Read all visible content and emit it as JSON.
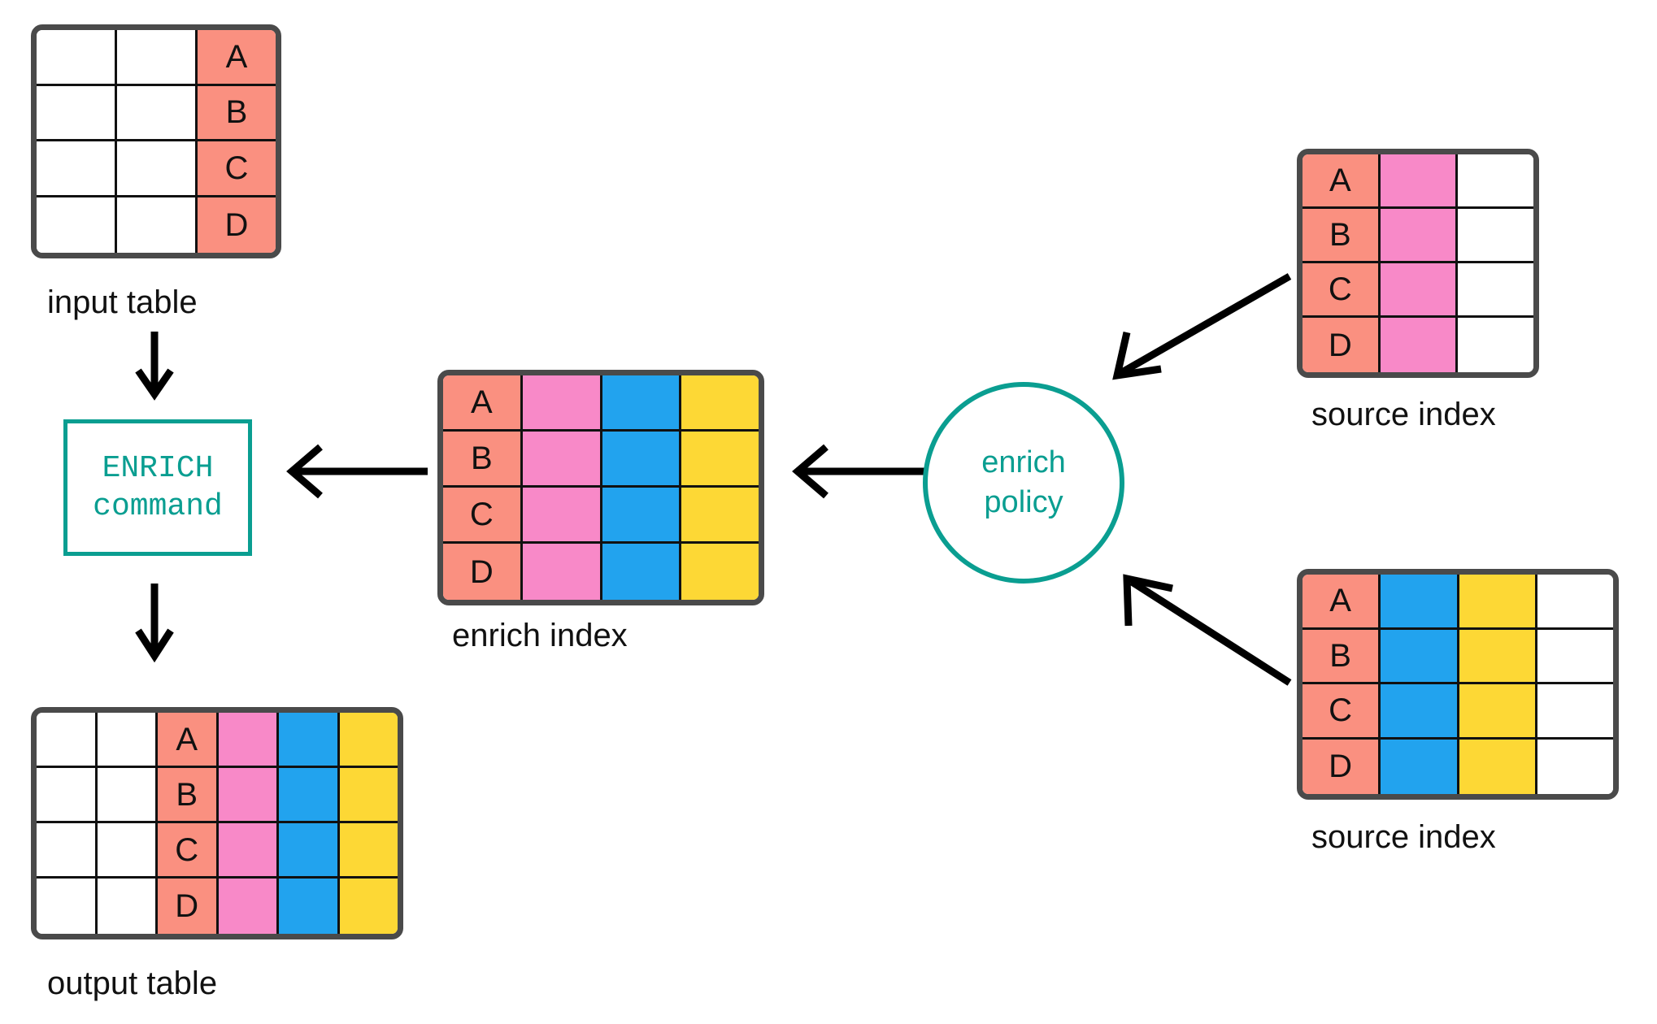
{
  "diagram": {
    "title": "ENRICH command enrich policy workflow",
    "colors": {
      "salmon": "#fa9080",
      "pink": "#f889c8",
      "blue": "#22a3ee",
      "yellow": "#fdd835",
      "teal": "#0a9e91",
      "border": "#4a4a4a",
      "gridline": "#111111",
      "arrow": "#000000",
      "background": "#ffffff"
    },
    "row_keys": [
      "A",
      "B",
      "C",
      "D"
    ]
  },
  "input_table": {
    "caption": "input table",
    "columns": 3,
    "rows": [
      [
        {
          "text": "",
          "fill": "white"
        },
        {
          "text": "",
          "fill": "white"
        },
        {
          "text": "A",
          "fill": "salmon"
        }
      ],
      [
        {
          "text": "",
          "fill": "white"
        },
        {
          "text": "",
          "fill": "white"
        },
        {
          "text": "B",
          "fill": "salmon"
        }
      ],
      [
        {
          "text": "",
          "fill": "white"
        },
        {
          "text": "",
          "fill": "white"
        },
        {
          "text": "C",
          "fill": "salmon"
        }
      ],
      [
        {
          "text": "",
          "fill": "white"
        },
        {
          "text": "",
          "fill": "white"
        },
        {
          "text": "D",
          "fill": "salmon"
        }
      ]
    ]
  },
  "command_box": {
    "line1": "ENRICH",
    "line2": "command"
  },
  "enrich_index": {
    "caption": "enrich index",
    "columns": 4,
    "rows": [
      [
        {
          "text": "A",
          "fill": "salmon"
        },
        {
          "text": "",
          "fill": "pink"
        },
        {
          "text": "",
          "fill": "blue"
        },
        {
          "text": "",
          "fill": "yellow"
        }
      ],
      [
        {
          "text": "B",
          "fill": "salmon"
        },
        {
          "text": "",
          "fill": "pink"
        },
        {
          "text": "",
          "fill": "blue"
        },
        {
          "text": "",
          "fill": "yellow"
        }
      ],
      [
        {
          "text": "C",
          "fill": "salmon"
        },
        {
          "text": "",
          "fill": "pink"
        },
        {
          "text": "",
          "fill": "blue"
        },
        {
          "text": "",
          "fill": "yellow"
        }
      ],
      [
        {
          "text": "D",
          "fill": "salmon"
        },
        {
          "text": "",
          "fill": "pink"
        },
        {
          "text": "",
          "fill": "blue"
        },
        {
          "text": "",
          "fill": "yellow"
        }
      ]
    ]
  },
  "enrich_policy": {
    "line1": "enrich",
    "line2": "policy"
  },
  "source_index_top": {
    "caption": "source index",
    "columns": 3,
    "rows": [
      [
        {
          "text": "A",
          "fill": "salmon"
        },
        {
          "text": "",
          "fill": "pink"
        },
        {
          "text": "",
          "fill": "white"
        }
      ],
      [
        {
          "text": "B",
          "fill": "salmon"
        },
        {
          "text": "",
          "fill": "pink"
        },
        {
          "text": "",
          "fill": "white"
        }
      ],
      [
        {
          "text": "C",
          "fill": "salmon"
        },
        {
          "text": "",
          "fill": "pink"
        },
        {
          "text": "",
          "fill": "white"
        }
      ],
      [
        {
          "text": "D",
          "fill": "salmon"
        },
        {
          "text": "",
          "fill": "pink"
        },
        {
          "text": "",
          "fill": "white"
        }
      ]
    ]
  },
  "source_index_bottom": {
    "caption": "source index",
    "columns": 4,
    "rows": [
      [
        {
          "text": "A",
          "fill": "salmon"
        },
        {
          "text": "",
          "fill": "blue"
        },
        {
          "text": "",
          "fill": "yellow"
        },
        {
          "text": "",
          "fill": "white"
        }
      ],
      [
        {
          "text": "B",
          "fill": "salmon"
        },
        {
          "text": "",
          "fill": "blue"
        },
        {
          "text": "",
          "fill": "yellow"
        },
        {
          "text": "",
          "fill": "white"
        }
      ],
      [
        {
          "text": "C",
          "fill": "salmon"
        },
        {
          "text": "",
          "fill": "blue"
        },
        {
          "text": "",
          "fill": "yellow"
        },
        {
          "text": "",
          "fill": "white"
        }
      ],
      [
        {
          "text": "D",
          "fill": "salmon"
        },
        {
          "text": "",
          "fill": "blue"
        },
        {
          "text": "",
          "fill": "yellow"
        },
        {
          "text": "",
          "fill": "white"
        }
      ]
    ]
  },
  "output_table": {
    "caption": "output table",
    "columns": 6,
    "rows": [
      [
        {
          "text": "",
          "fill": "white"
        },
        {
          "text": "",
          "fill": "white"
        },
        {
          "text": "A",
          "fill": "salmon"
        },
        {
          "text": "",
          "fill": "pink"
        },
        {
          "text": "",
          "fill": "blue"
        },
        {
          "text": "",
          "fill": "yellow"
        }
      ],
      [
        {
          "text": "",
          "fill": "white"
        },
        {
          "text": "",
          "fill": "white"
        },
        {
          "text": "B",
          "fill": "salmon"
        },
        {
          "text": "",
          "fill": "pink"
        },
        {
          "text": "",
          "fill": "blue"
        },
        {
          "text": "",
          "fill": "yellow"
        }
      ],
      [
        {
          "text": "",
          "fill": "white"
        },
        {
          "text": "",
          "fill": "white"
        },
        {
          "text": "C",
          "fill": "salmon"
        },
        {
          "text": "",
          "fill": "pink"
        },
        {
          "text": "",
          "fill": "blue"
        },
        {
          "text": "",
          "fill": "yellow"
        }
      ],
      [
        {
          "text": "",
          "fill": "white"
        },
        {
          "text": "",
          "fill": "white"
        },
        {
          "text": "D",
          "fill": "salmon"
        },
        {
          "text": "",
          "fill": "pink"
        },
        {
          "text": "",
          "fill": "blue"
        },
        {
          "text": "",
          "fill": "yellow"
        }
      ]
    ]
  },
  "arrows": [
    {
      "name": "arrow-input-to-command",
      "direction": "down"
    },
    {
      "name": "arrow-command-to-output",
      "direction": "down"
    },
    {
      "name": "arrow-enrich-index-to-command",
      "direction": "left"
    },
    {
      "name": "arrow-policy-to-enrich-index",
      "direction": "left"
    },
    {
      "name": "arrow-source-top-to-policy",
      "direction": "down-left"
    },
    {
      "name": "arrow-source-bottom-to-policy",
      "direction": "up-left"
    }
  ]
}
